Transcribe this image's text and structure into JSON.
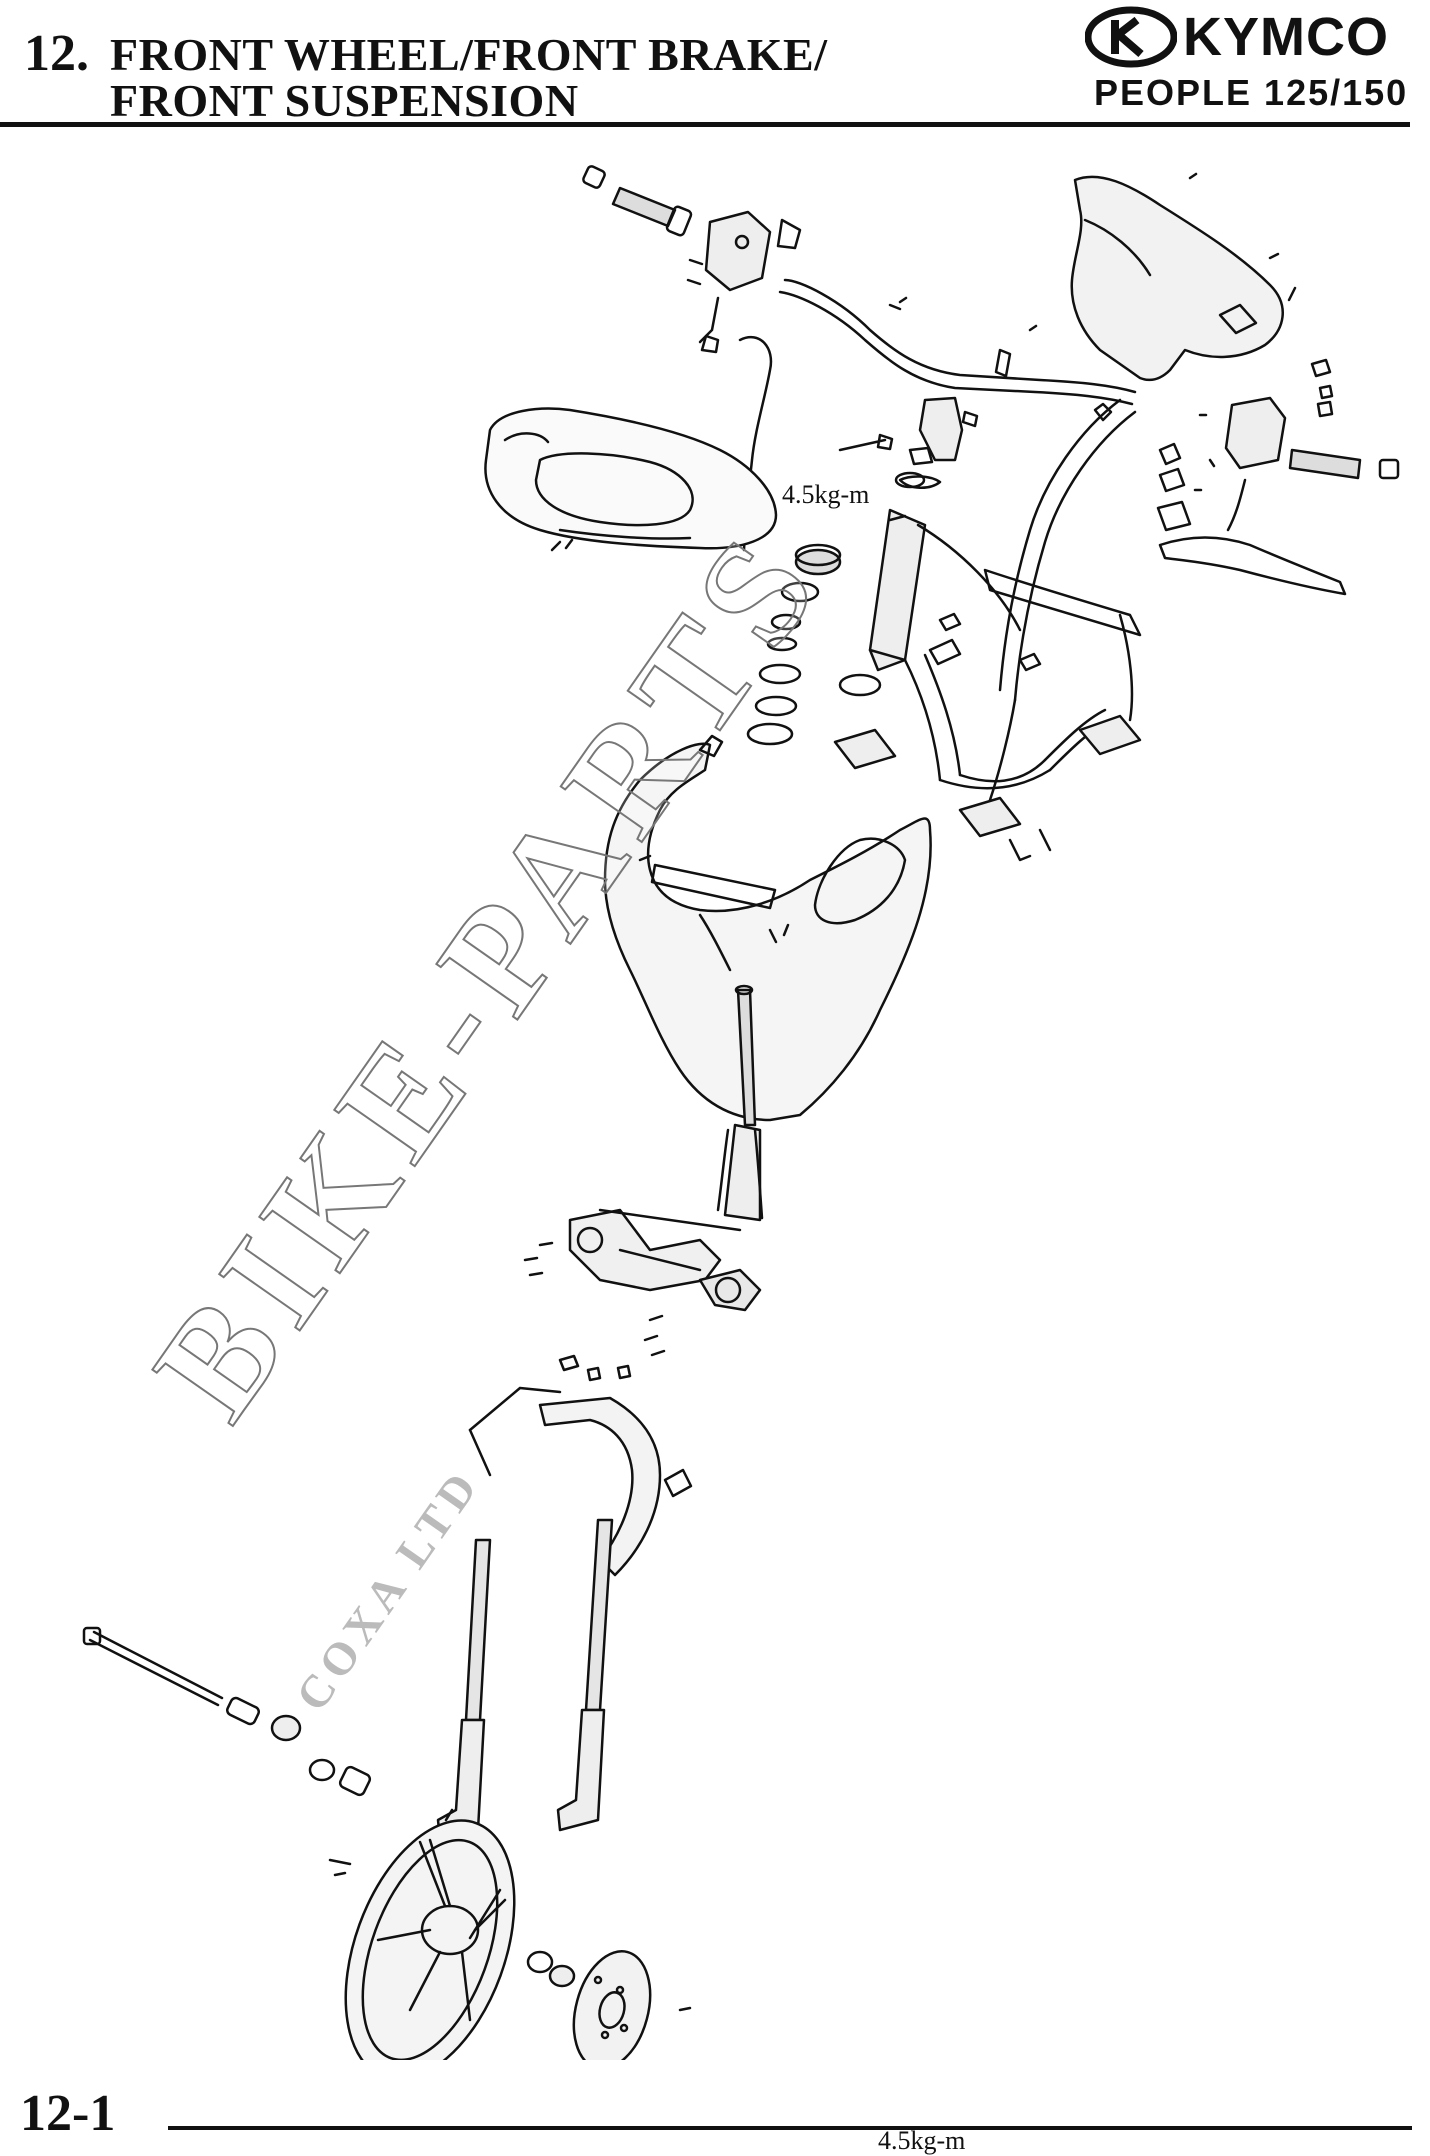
{
  "header": {
    "section_number": "12.",
    "title_line1": "FRONT WHEEL/FRONT BRAKE/",
    "title_line2": "FRONT SUSPENSION",
    "brand": "KYMCO",
    "model": "PEOPLE 125/150"
  },
  "diagram": {
    "torque_upper": "4.5kg-m",
    "torque_lower": "4.5kg-m",
    "watermark": "BIKE-PARTS",
    "watermark_sub": "COXA LTD"
  },
  "footer": {
    "page_number": "12-1"
  },
  "colors": {
    "ink": "#111111",
    "paper": "#ffffff",
    "watermark": "#9a9a9a"
  }
}
